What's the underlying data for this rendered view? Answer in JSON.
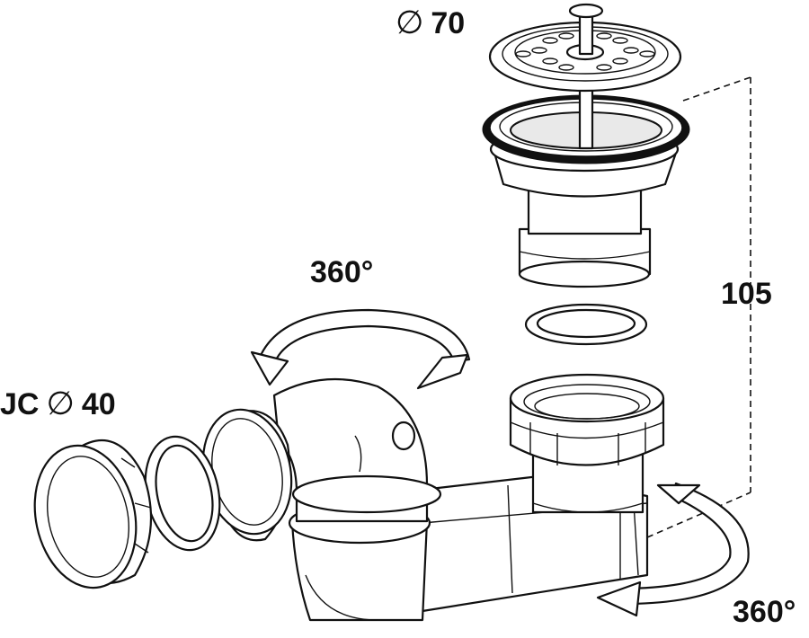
{
  "labels": {
    "strainer_diameter": {
      "symbol": "∅",
      "value": "70"
    },
    "height": "105",
    "rotation_top": "360°",
    "rotation_bottom": "360°",
    "connector": {
      "prefix": "JC",
      "symbol": "∅",
      "value": "40"
    }
  },
  "colors": {
    "line": "#111111",
    "fill": "#ffffff",
    "shade": "#e9e9e9"
  },
  "icons": [
    "rotation-arrow-icon",
    "diameter-symbol-icon"
  ]
}
